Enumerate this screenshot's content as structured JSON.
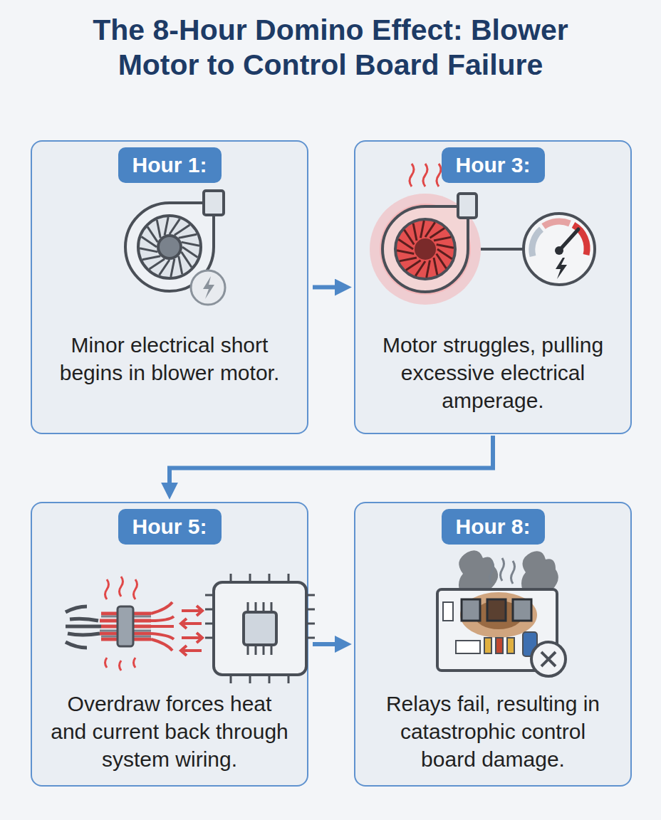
{
  "diagram": {
    "title": "The 8-Hour Domino Effect: Blower Motor to Control Board Failure",
    "nodes": [
      {
        "text": [
          "Hour 1:",
          "Minor electrical short begins in blower motor."
        ]
      },
      {
        "text": [
          "Hour 3:",
          "Motor struggles, pulling excessive electrical amperage."
        ]
      },
      {
        "text": [
          "Hour 5:",
          "Overdraw forces heat and current back through system wiring."
        ]
      },
      {
        "text": [
          "Hour 8:",
          "Relays fail, resulting in catastrophic control board damage."
        ]
      }
    ],
    "edges": [
      {
        "from": 0,
        "to": 1,
        "arrow": "to"
      },
      {
        "from": 1,
        "to": 2,
        "arrow": "to"
      },
      {
        "from": 2,
        "to": 3,
        "arrow": "to"
      }
    ]
  }
}
